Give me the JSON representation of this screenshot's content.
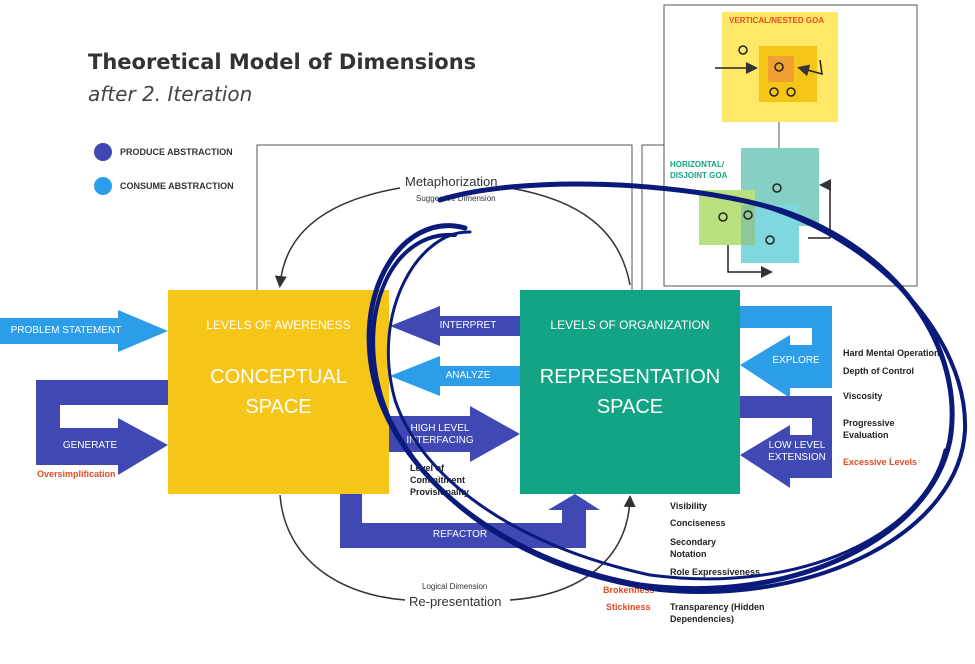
{
  "header": {
    "title": "Theoretical Model of Dimensions",
    "subtitle": "after 2. Iteration"
  },
  "legend": [
    {
      "label": "PRODUCE ABSTRACTION",
      "color": "#3f48b3"
    },
    {
      "label": "CONSUME ABSTRACTION",
      "color": "#2c9de8"
    }
  ],
  "conceptual": {
    "label": "LEVELS OF AWERENESS",
    "title_line1": "CONCEPTUAL",
    "title_line2": "SPACE",
    "color": "#f5c518"
  },
  "representation": {
    "label": "LEVELS OF ORGANIZATION",
    "title_line1": "REPRESENTATION",
    "title_line2": "SPACE",
    "color": "#13a485"
  },
  "arrows": {
    "problem_statement": "PROBLEM STATEMENT",
    "generate": "GENERATE",
    "interpret": "INTERPRET",
    "analyze": "ANALYZE",
    "high_level_1": "HIGH LEVEL",
    "high_level_2": "INTERFACING",
    "refactor": "REFACTOR",
    "explore": "EXPLORE",
    "low_level_1": "LOW LEVEL",
    "low_level_2": "EXTENSION"
  },
  "processes": {
    "metaphorization": "Metaphorization",
    "metaphorization_sub": "Suggestive Dimension",
    "representation": "Re-presentation",
    "representation_sub": "Logical Dimension"
  },
  "dimensions": {
    "oversimplification": "Oversimplification",
    "middle": [
      "Level of",
      "Commitment",
      "Provisionality"
    ],
    "right": [
      "Hard Mental Operation",
      "Depth of Control",
      "Viscosity",
      "Progressive",
      "Evaluation"
    ],
    "excessive": "Excessive Levels",
    "bottom": [
      "Visibility",
      "Conciseness",
      "Secondary",
      "Notation",
      "Role Expressiveness",
      "Transparency (Hidden",
      "Dependencies)"
    ],
    "brokenness": "Brokenness",
    "stickiness": "Stickiness"
  },
  "goa": {
    "vertical": "VERTICAL/NESTED GOA",
    "horizontal_1": "HORIZONTAL/",
    "horizontal_2": "DISJOINT GOA"
  },
  "colors": {
    "produce": "#3f48b3",
    "consume": "#2c9de8",
    "highlight": "#e44b23",
    "annotation": "#0a1a7a"
  }
}
